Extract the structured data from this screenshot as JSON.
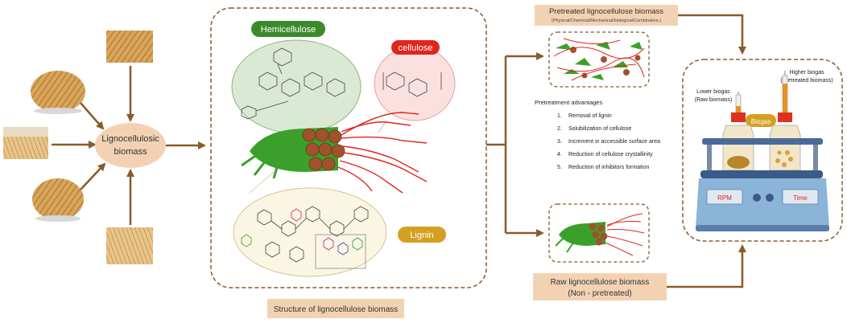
{
  "center_node": {
    "line1": "Lignocellulosic",
    "line2": "biomass"
  },
  "structure": {
    "hemicellulose_label": "Hemicellulose",
    "cellulose_label": "cellulose",
    "lignin_label": "Lignin",
    "caption": "Structure of lignocellulose biomass"
  },
  "pretreated": {
    "title": "Pretreated lignocellulose biomass",
    "subtitle": "(Physical/Chemical/Mechanical/biological/Combinative.)"
  },
  "advantages": {
    "title": "Pretreatment advantages",
    "items": [
      {
        "num": "1.",
        "text": "Removal of lignin"
      },
      {
        "num": "2.",
        "text": "Solubilization of cellulose"
      },
      {
        "num": "3.",
        "text": "Increment in accessible surface area"
      },
      {
        "num": "4.",
        "text": "Reduction of cellulose crystallinity"
      },
      {
        "num": "5.",
        "text": "Reduction of inhibitors formation"
      }
    ]
  },
  "raw": {
    "line1": "Raw lignocellulose biomass",
    "line2": "(Non - pretreated)"
  },
  "digester": {
    "lower_line1": "Lower biogas",
    "lower_line2": "(Raw biomass)",
    "higher_line1": "Higher biogas",
    "higher_line2": "(Pretreated biomass)",
    "biogas_label": "Biogas",
    "rpm_label": "RPM",
    "time_label": "Time"
  },
  "colors": {
    "arrow": "#8a5a2b",
    "dashed_border": "#8a5a2b",
    "label_box": "#f3d2b3",
    "hemicellulose": "#3a8a2a",
    "cellulose": "#e0261c",
    "lignin": "#d4a020",
    "fiber_green": "#3aa02a",
    "fiber_brown": "#a0522d"
  }
}
